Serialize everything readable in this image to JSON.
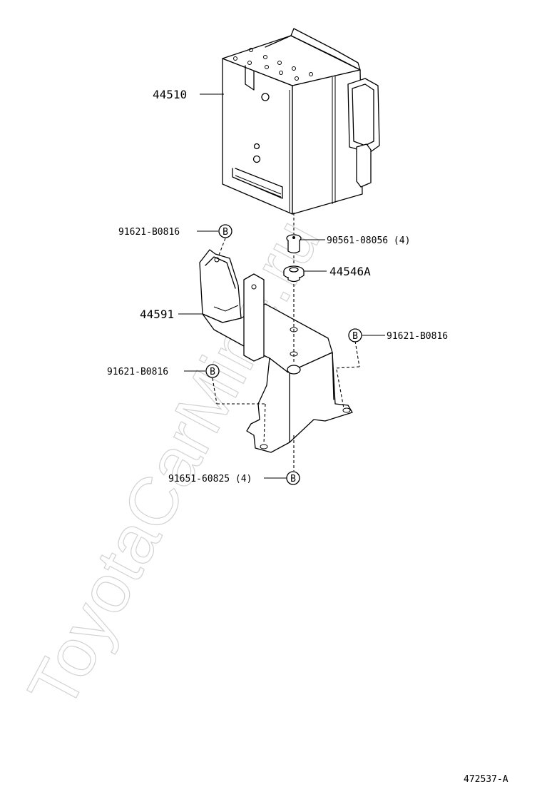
{
  "diagram": {
    "watermark": "ToyotaCarMine.ru",
    "reference_code": "472537-A",
    "callouts": {
      "actuator": {
        "part_number": "44510"
      },
      "bracket": {
        "part_number": "44591"
      },
      "bolt_top_left": {
        "part_number": "91621-B0816",
        "marker": "B"
      },
      "bolt_right": {
        "part_number": "91621-B0816",
        "marker": "B"
      },
      "bolt_left": {
        "part_number": "91621-B0816",
        "marker": "B"
      },
      "collar": {
        "part_number": "90561-08056 (4)"
      },
      "cushion": {
        "part_number": "44546A"
      },
      "bolt_bottom": {
        "part_number": "91651-60825 (4)",
        "marker": "B"
      }
    }
  }
}
